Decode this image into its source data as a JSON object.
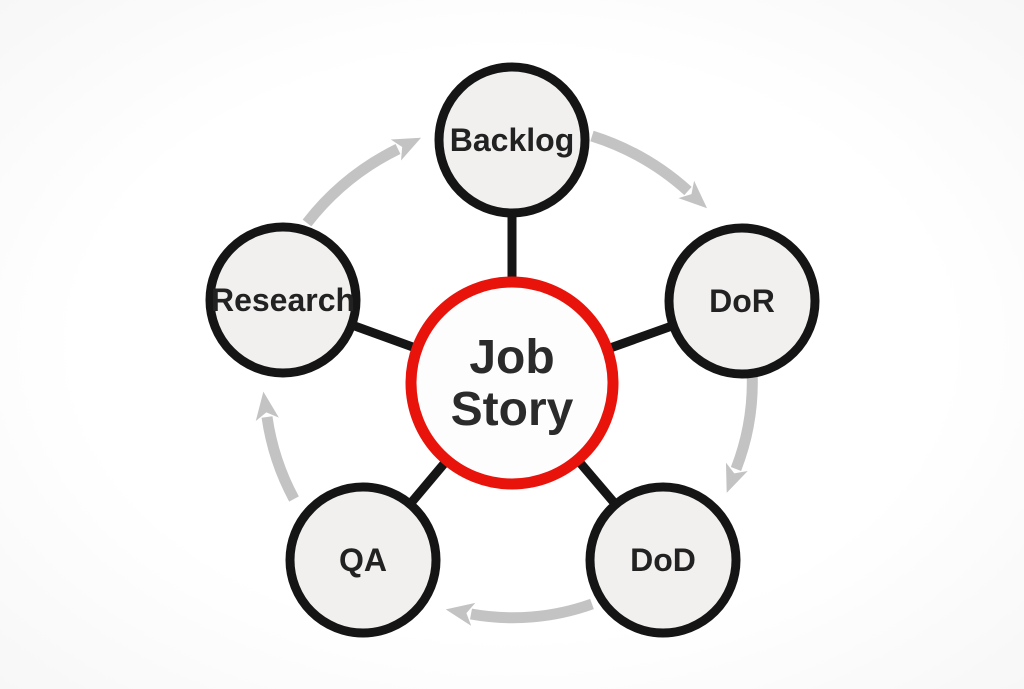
{
  "diagram": {
    "type": "cycle-diagram",
    "center": {
      "id": "job-story",
      "label": "Job Story",
      "lines": [
        "Job",
        "Story"
      ]
    },
    "nodes": [
      {
        "id": "backlog",
        "label": "Backlog",
        "position": "top"
      },
      {
        "id": "dor",
        "label": "DoR",
        "position": "upper-right"
      },
      {
        "id": "dod",
        "label": "DoD",
        "position": "lower-right"
      },
      {
        "id": "qa",
        "label": "QA",
        "position": "lower-left"
      },
      {
        "id": "research",
        "label": "Research",
        "position": "upper-left"
      }
    ],
    "flow_arrows": [
      {
        "from": "Research",
        "to": "Backlog"
      },
      {
        "from": "Backlog",
        "to": "DoR"
      },
      {
        "from": "DoR",
        "to": "DoD"
      },
      {
        "from": "DoD",
        "to": "QA"
      },
      {
        "from": "QA",
        "to": "Research"
      }
    ],
    "colors": {
      "background": "#fcfcfc",
      "center_ring_red": "#e8140c",
      "center_fill": "#fdfdfd",
      "node_border_black": "#151515",
      "node_fill": "#f1f0ef",
      "connector_black": "#151515",
      "arrow_gray": "#c3c3c3",
      "label_text": "#222222",
      "center_text": "#2b2b2b"
    }
  }
}
